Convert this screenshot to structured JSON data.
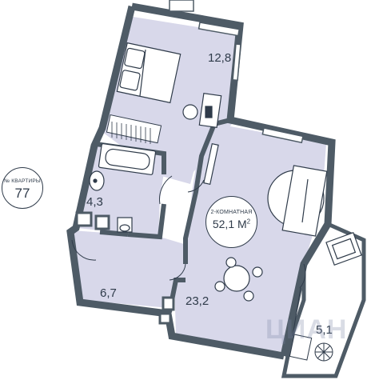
{
  "colors": {
    "wall": "#4e5b66",
    "floor": "#d8d8ea",
    "balcony": "#ffffff",
    "line": "#2f3b4a"
  },
  "apartment": {
    "label": "№ КВАРТИРЫ",
    "number": "77"
  },
  "unit": {
    "type": "2-КОМНАТНАЯ",
    "area_value": "52,1 М",
    "area_unit_sup": "2"
  },
  "rooms": {
    "bedroom": "12,8",
    "bathroom": "4,3",
    "hall": "6,7",
    "living": "23,2",
    "balcony": "5,1"
  },
  "watermark": "ЦИАН",
  "icons": [
    "bed-icon",
    "chair-icon",
    "desk-icon",
    "wardrobe-icon",
    "bathtub-icon",
    "sink-icon",
    "toilet-icon",
    "sofa-icon",
    "round-table-icon",
    "armchair-icon",
    "plant-icon",
    "radiator-icon",
    "door-swing-icon"
  ]
}
